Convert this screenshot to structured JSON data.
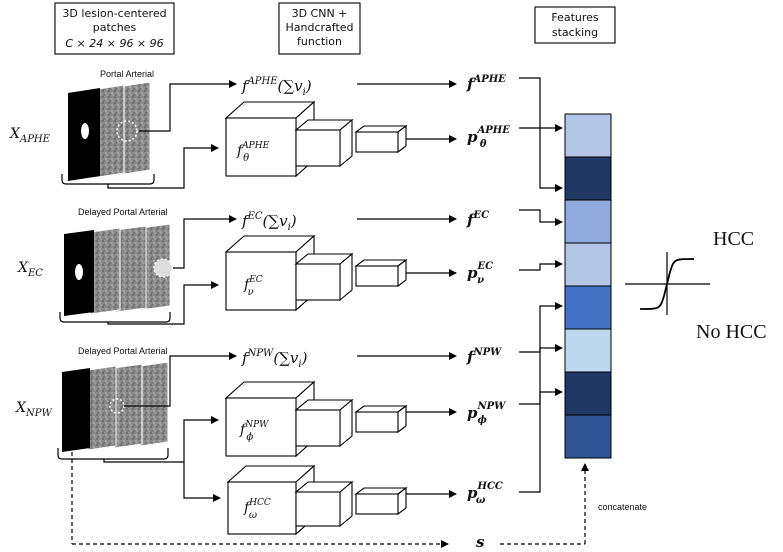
{
  "headers": {
    "patches": [
      "3D lesion-centered",
      "patches",
      "C × 24 × 96 × 96"
    ],
    "cnn": [
      "3D CNN +",
      "Handcrafted",
      "function"
    ],
    "stacking": [
      "Features",
      "stacking"
    ]
  },
  "rows": [
    {
      "input": {
        "base": "X",
        "sub": "APHE"
      },
      "phases": "Portal Arterial",
      "handcrafted": {
        "base": "f",
        "sup": "APHE",
        "arg": "(∑v",
        "argsub": "i",
        "close": ")"
      },
      "cnn": {
        "base": "f",
        "sup": "APHE",
        "sub": "θ"
      },
      "feat_f": {
        "base": "f",
        "sup": "APHE"
      },
      "feat_p": {
        "base": "p",
        "sup": "APHE",
        "sub": "θ"
      }
    },
    {
      "input": {
        "base": "X",
        "sub": "EC"
      },
      "phases": "Delayed Portal Arterial",
      "handcrafted": {
        "base": "f",
        "sup": "EC",
        "arg": "(∑v",
        "argsub": "i",
        "close": ")"
      },
      "cnn": {
        "base": "f",
        "sup": "EC",
        "sub": "ν"
      },
      "feat_f": {
        "base": "f",
        "sup": "EC"
      },
      "feat_p": {
        "base": "p",
        "sup": "EC",
        "sub": "ν"
      }
    },
    {
      "input": {
        "base": "X",
        "sub": "NPW"
      },
      "phases": "Delayed Portal Arterial",
      "handcrafted": {
        "base": "f",
        "sup": "NPW",
        "arg": "(∑v",
        "argsub": "i",
        "close": ")"
      },
      "cnn": {
        "base": "f",
        "sup": "NPW",
        "sub": "ϕ"
      },
      "feat_f": {
        "base": "f",
        "sup": "NPW"
      },
      "feat_p": {
        "base": "p",
        "sup": "NPW",
        "sub": "ϕ"
      }
    }
  ],
  "hcc_branch": {
    "cnn": {
      "base": "f",
      "sup": "HCC",
      "sub": "ω"
    },
    "feat_p": {
      "base": "p",
      "sup": "HCC",
      "sub": "ω"
    }
  },
  "s_label": "s",
  "concat_label": "concatenate",
  "outputs": [
    "HCC",
    "No HCC"
  ],
  "stack_colors": [
    "#b4c6e7",
    "#203864",
    "#8faadc",
    "#b4c6e7",
    "#4472c4",
    "#bdd7ee",
    "#203864",
    "#2f5597"
  ]
}
